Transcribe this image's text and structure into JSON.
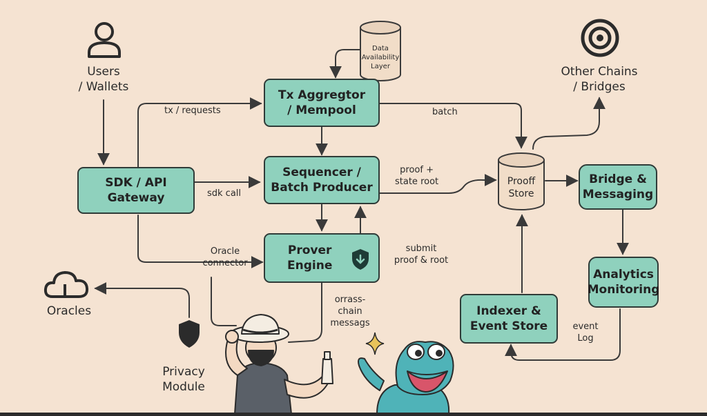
{
  "nodes": {
    "users": "Users\n/ Wallets",
    "sdk": "SDK / API\nGateway",
    "tx": "Tx Aggregtor\n/ Mempool",
    "data_layer": "Data\nAvailability\nLayer",
    "sequencer": "Sequencer /\nBatch Producer",
    "prover": "Prover\nEngine",
    "proof_store": "Prooff\nStore",
    "other_chains": "Other Chains\n/ Bridges",
    "bridge": "Bridge &\nMessaging",
    "analytics": "Analytics\nMonitoring",
    "indexer": "Indexer &\nEvent Store",
    "oracles": "Oracles",
    "privacy": "Privacy\nModule"
  },
  "edges": {
    "tx_requests": "tx / requests",
    "batch": "batch",
    "sdk_call": "sdk call",
    "proof_state": "proof +\nstate root",
    "oracle_connector": "Oracle\nconnector",
    "submit_proof": "submit\nproof & root",
    "cross_chain": "orrass-\nchain\nmessags",
    "event_log": "event\nLog"
  },
  "colors": {
    "background": "#f5e3d2",
    "box_fill": "#8fd1bd",
    "stroke": "#2f3b38"
  }
}
